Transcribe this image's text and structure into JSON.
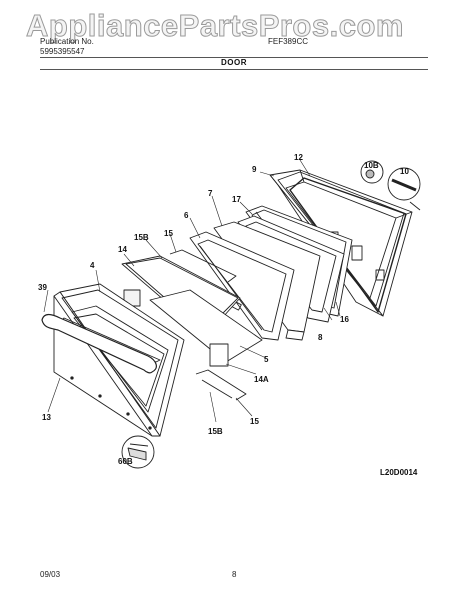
{
  "watermark": "AppliancePartsPros.com",
  "header": {
    "pub_label": "Publication No.",
    "pub_number": "5995395547",
    "model": "FEF389CC",
    "section_title": "DOOR"
  },
  "diagram_code": "L20D0014",
  "parts": {
    "p39": "39",
    "p4": "4",
    "p14": "14",
    "p15b_top": "15B",
    "p15_top": "15",
    "p6": "6",
    "p7": "7",
    "p17": "17",
    "p9": "9",
    "p12": "12",
    "p10b": "10B",
    "p10": "10",
    "p16": "16",
    "p8": "8",
    "p5": "5",
    "p14a": "14A",
    "p15_bot": "15",
    "p15b_bot": "15B",
    "p13": "13",
    "p60b": "60B"
  },
  "footer": {
    "date": "09/03",
    "page": "8"
  }
}
